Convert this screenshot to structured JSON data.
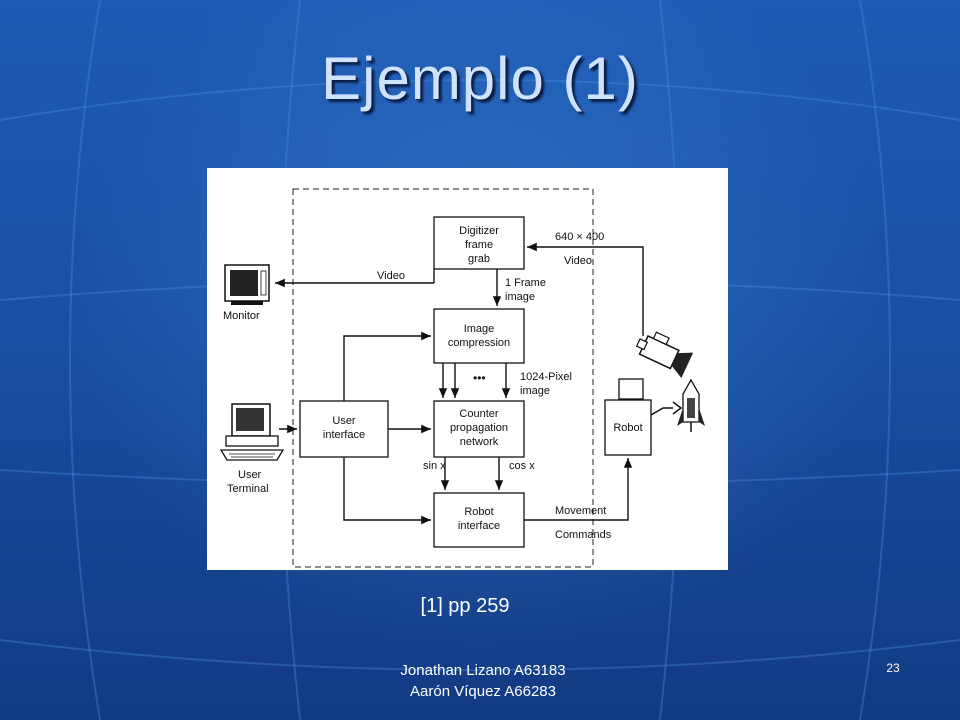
{
  "slide": {
    "title": "Ejemplo (1)",
    "citation": "[1] pp 259",
    "authors": [
      "Jonathan Lizano A63183",
      "Aarón Víquez A66283"
    ],
    "page_number": "23",
    "colors": {
      "background": "#1a4fa3",
      "title_text": "#cfe3ff",
      "body_text": "#ffffff"
    }
  },
  "diagram": {
    "blocks": {
      "digitizer": [
        "Digitizer",
        "frame",
        "grab"
      ],
      "compression": [
        "Image",
        "compression"
      ],
      "network": [
        "Counter",
        "propagation",
        "network"
      ],
      "user_interface": [
        "User",
        "interface"
      ],
      "robot_interface": [
        "Robot",
        "interface"
      ],
      "robot": "Robot"
    },
    "labels": {
      "resolution": "640 × 400",
      "video_in": "Video",
      "video_out": "Video",
      "frame": [
        "1 Frame",
        "image"
      ],
      "pixel": [
        "1024-Pixel",
        "image"
      ],
      "dots": "•••",
      "sin": "sin x",
      "cos": "cos x",
      "movement": "Movement",
      "commands": "Commands"
    },
    "devices": {
      "monitor": "Monitor",
      "terminal": [
        "User",
        "Terminal"
      ],
      "icons": [
        "monitor-icon",
        "user-terminal-icon",
        "video-camera-icon",
        "robot-arm-icon",
        "rocket-icon"
      ]
    }
  }
}
